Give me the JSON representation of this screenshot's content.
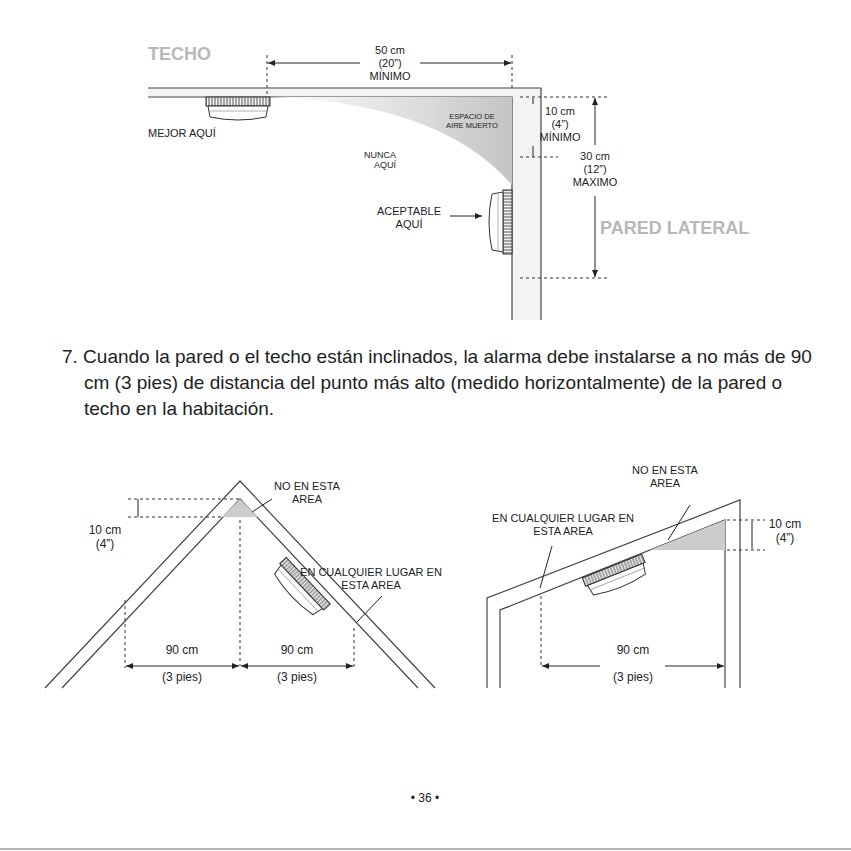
{
  "diagram": {
    "labels": [
      "TECHO",
      "50 cm",
      "(20”)",
      "MÍNIMO",
      "MEJOR AQUÍ",
      "ESPACIO DE AIRE MUERTO",
      "NUNCA AQUÍ",
      "10 cm",
      "(4”)",
      "MÍNIMO",
      "30 cm",
      "(12”)",
      "MAXIMO",
      "ACEPTABLE AQUÍ",
      "PARED LATERAL",
      "7. Cuando la pared o el techo están inclinados, la alarma debe instalarse a no más de 90 cm (3 pies) de distancia del punto más alto (medido horizontalmente) de la pared o techo en la habitación.",
      "NO EN ESTA AREA",
      "10 cm",
      "(4”)",
      "EN CUALQUIER LUGAR EN ESTA AREA",
      "90 cm",
      "(3 pies)",
      "90 cm",
      "(3 pies)",
      "NO EN ESTA AREA",
      "EN CUALQUIER LUGAR EN ESTA AREA",
      "10 cm",
      "(4”)",
      "90 cm",
      "(3 pies)",
      "• 36 •"
    ]
  }
}
